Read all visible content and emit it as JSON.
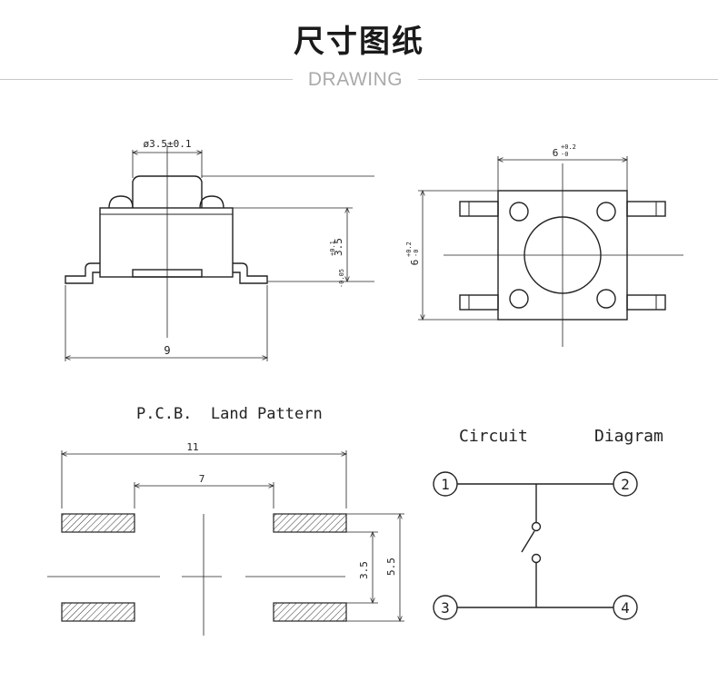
{
  "header": {
    "title": "尺寸图纸",
    "subtitle": "DRAWING"
  },
  "side_view": {
    "diameter_label": "ø3.5±0.1",
    "height_label": "3.5+0.1/-0.05",
    "height_main": "3.5",
    "height_tol_upper": "+0.1",
    "height_tol_lower": "-0.05",
    "width_label": "9"
  },
  "top_view": {
    "width_main": "6",
    "width_tol_upper": "+0.2",
    "width_tol_lower": "-0",
    "height_main": "6",
    "height_tol_upper": "+0.2",
    "height_tol_lower": "-0"
  },
  "land_pattern": {
    "title": "P.C.B.  Land Pattern",
    "outer_width_label": "11",
    "inner_width_label": "7",
    "inner_height_label": "3.5",
    "outer_height_label": "5.5"
  },
  "circuit": {
    "title_left": "Circuit",
    "title_right": "Diagram",
    "pins": [
      "1",
      "2",
      "3",
      "4"
    ]
  }
}
